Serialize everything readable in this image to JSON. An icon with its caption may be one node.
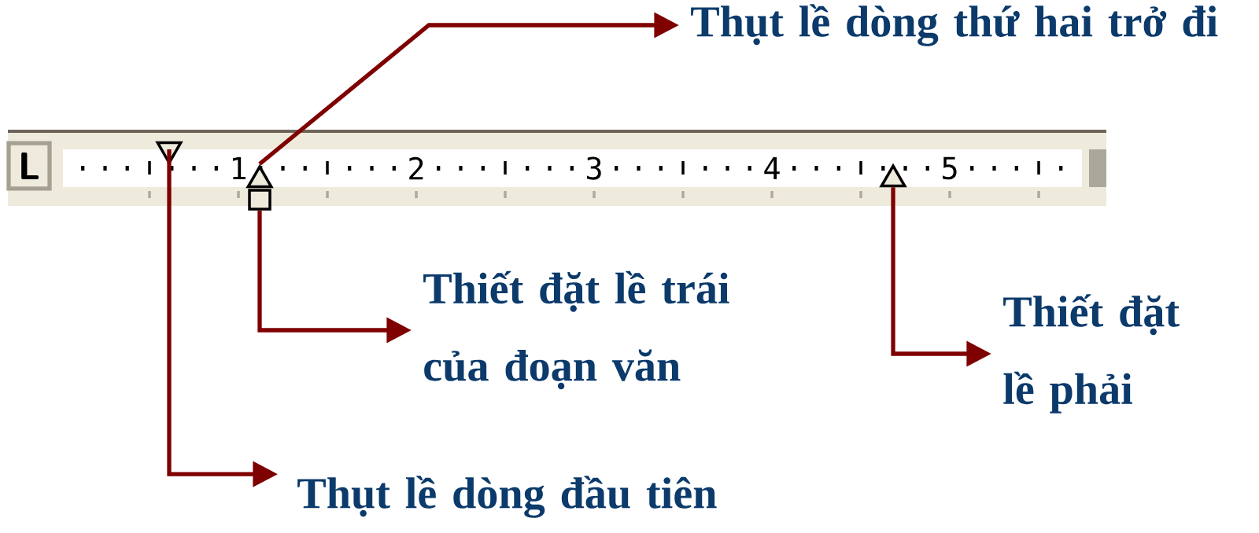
{
  "diagram": {
    "nodes": [
      {
        "text": [
          "Thụt lề dòng thứ hai trở đi"
        ]
      },
      {
        "text": [],
        "shape": "triangle"
      },
      {
        "text": [],
        "shape": "triangle"
      },
      {
        "text": [],
        "shape": "box"
      },
      {
        "text": [],
        "shape": "triangle"
      },
      {
        "text": [
          "Thiết đặt lề trái của đoạn văn"
        ]
      },
      {
        "text": [
          "Thiết đặt lề phải"
        ]
      },
      {
        "text": [
          "Thụt lề dòng đầu tiên"
        ]
      }
    ],
    "edges": [
      {
        "from": 1,
        "to": 0,
        "arrow": "to"
      },
      {
        "from": 3,
        "to": 5,
        "arrow": "to"
      },
      {
        "from": 4,
        "to": 6,
        "arrow": "to"
      },
      {
        "from": 2,
        "to": 7,
        "arrow": "to"
      }
    ],
    "labels": [
      "L",
      "1",
      "2",
      "3",
      "4",
      "5"
    ]
  }
}
